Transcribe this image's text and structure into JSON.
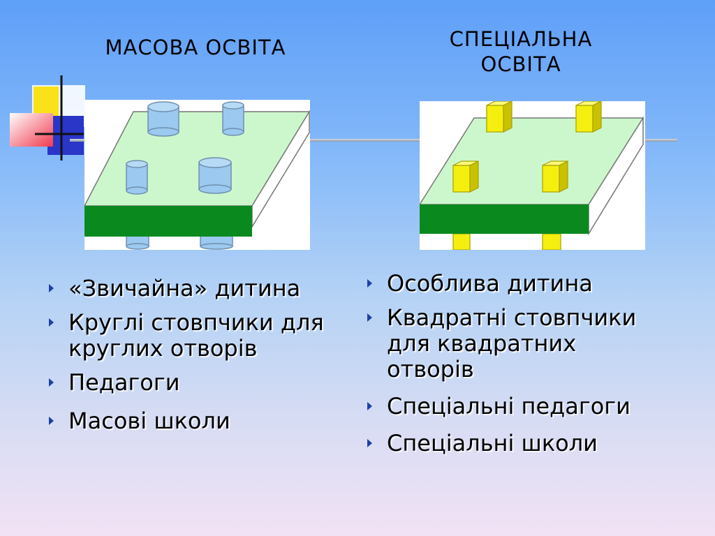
{
  "left": {
    "heading": "МАСОВА ОСВІТА",
    "items": [
      "«Звичайна» дитина",
      "Круглі стовпчики для круглих отворів",
      "Педагоги",
      "Масові школи"
    ]
  },
  "right": {
    "heading": "СПЕЦІАЛЬНА ОСВІТА",
    "items": [
      "Особлива дитина",
      "Квадратні стовпчики для квадратних отворів",
      "Спеціальні педагоги",
      "Спеціальні школи"
    ]
  },
  "colors": {
    "board_top": "#ccf7cc",
    "board_front": "#0a8a1e",
    "round_peg": "#9bc9ef",
    "square_peg": "#f5ef10",
    "bullet": "#1d3fa6"
  }
}
